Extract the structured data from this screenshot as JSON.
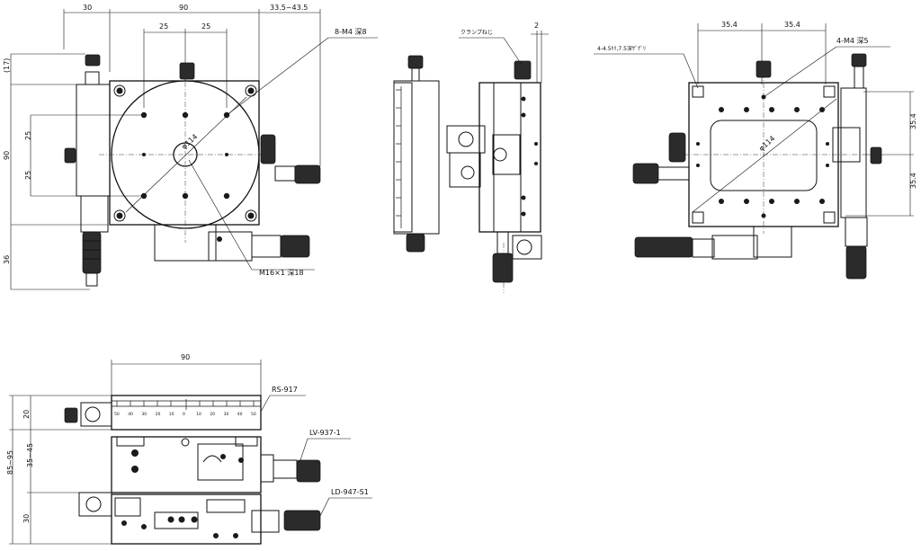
{
  "top_view": {
    "dim_30": "30",
    "dim_90": "90",
    "dim_range": "33.5~43.5",
    "dim_25a": "25",
    "dim_25b": "25",
    "screw_callout": "8-M4 深8",
    "dim_17": "(17)",
    "dim_90v": "90",
    "dim_25c": "25",
    "dim_25d": "25",
    "dim_36": "36",
    "diameter": "φ114",
    "center_callout": "M16×1 深18"
  },
  "side_view": {
    "clamp_label": "クランプねじ",
    "dim_2": "2"
  },
  "bottom_view": {
    "tap_callout": "4-4.5ｷﾘ,7.5深ｻﾞｸﾞﾘ",
    "screw_callout": "4-M4 深5",
    "dim_354a": "35.4",
    "dim_354b": "35.4",
    "dim_354c": "35.4",
    "dim_354d": "35.4",
    "diameter": "φ114"
  },
  "front_view": {
    "dim_90": "90",
    "label_rs": "RS-917",
    "label_lv": "LV-937-1",
    "label_ld": "LD-947-S1",
    "dim_20": "20",
    "dim_85_95": "85~95",
    "dim_35_45": "35~45",
    "dim_30": "30",
    "scale_ticks": [
      "50",
      "40",
      "30",
      "20",
      "10",
      "0",
      "10",
      "20",
      "30",
      "40",
      "50"
    ]
  }
}
